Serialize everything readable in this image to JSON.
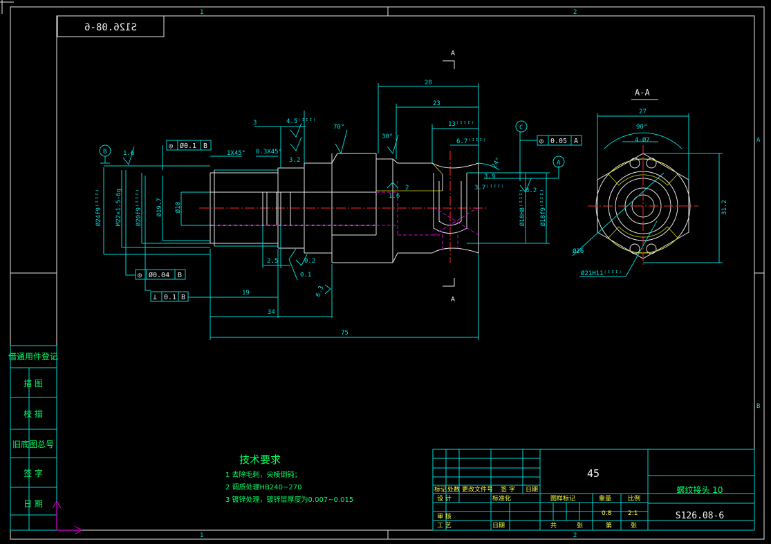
{
  "frame": {
    "zone_top_1": "1",
    "zone_top_2": "2",
    "zone_bottom_1": "1",
    "zone_bottom_2": "2",
    "zone_right_a": "A",
    "zone_right_b": "B",
    "mirrored_code": "S126.08-6"
  },
  "section_labels": {
    "top": "A",
    "bottom": "A",
    "view_title": "A-A"
  },
  "dims": {
    "d28": "28",
    "d23": "23",
    "d13": "13⁽ᴵᴵᴵ⁾",
    "d67": "6.7⁽ᴵᴵᴵ⁾",
    "d3": "3",
    "d45": "4.5⁽ᴵᴵᴵ⁾",
    "d70": "70°",
    "d30": "30°",
    "d1x45": "1X45°",
    "d03x45": "0.3X45°",
    "d16a": "1.6",
    "d32a": "3.2",
    "d16b": "1.6",
    "d2": "2",
    "d37": "3.7⁽ᴵᴵᴵ⁾",
    "d32b": "3.2",
    "d39": "3.9",
    "d24": "24°",
    "d25": "2.5",
    "d19": "19",
    "d34": "34",
    "d75": "75",
    "d02": "0.2",
    "d01": "0.1",
    "d63": "6.3",
    "phi24": "Ø24f9⁽ᴵᴵᴵ⁾",
    "m22": "M22×1.5-6g",
    "phi20": "Ø20f9⁽ᴵᴵᴵ⁾",
    "phi197": "Ø19.7",
    "phi10": "Ø10",
    "phi18a": "Ø18H8⁽ᴵᴵᴵ⁾",
    "phi18b": "Ø18f9⁽ᴵᴵᴵ⁾",
    "aa27": "27",
    "aa90": "90°",
    "aa4phi7": "4-Ø7",
    "aa312": "31.2",
    "aa26": "Ø26",
    "aa21": "Ø21H11⁽ᴵᴵᴵ⁾"
  },
  "datums": {
    "b1": "B",
    "c": "C",
    "a": "A"
  },
  "fcf": {
    "f1_sym": "◎",
    "f1_val": "Ø0.1",
    "f1_ref": "B",
    "f2_sym": "◎",
    "f2_val": "Ø0.04",
    "f2_ref": "B",
    "f3_sym": "⊥",
    "f3_val": "0.1",
    "f3_ref": "B",
    "f4_sym": "◎",
    "f4_val": "0.05",
    "f4_ref": "A"
  },
  "tech": {
    "title": "技术要求",
    "line1": "1 去除毛刺，尖棱倒钝；",
    "line2": "2 调质处理HB240~270",
    "line3": "3 镀锌处理，镀锌层厚度为0.007~0.015"
  },
  "left_block": [
    "借通用件登记",
    "描  图",
    "校  描",
    "旧底图总号",
    "签  字",
    "日  期"
  ],
  "title_block": {
    "material": "45",
    "part_name": "螺纹接头 10",
    "drawing_no": "S126.08-6",
    "h_mark": "标记",
    "h_count": "处数",
    "h_doc": "更改文件号",
    "h_sign": "签 字",
    "h_date": "日期",
    "designer": "设 计",
    "standard": "标准化",
    "stage": "图样标记",
    "weight": "重量",
    "scale": "比例",
    "weight_val": "0.8",
    "scale_val": "2:1",
    "review": "审 核",
    "process": "工 艺",
    "date2": "日期",
    "sheet_total": "共",
    "sheet_total_unit": "张",
    "sheet_no": "第",
    "sheet_no_unit": "张"
  }
}
